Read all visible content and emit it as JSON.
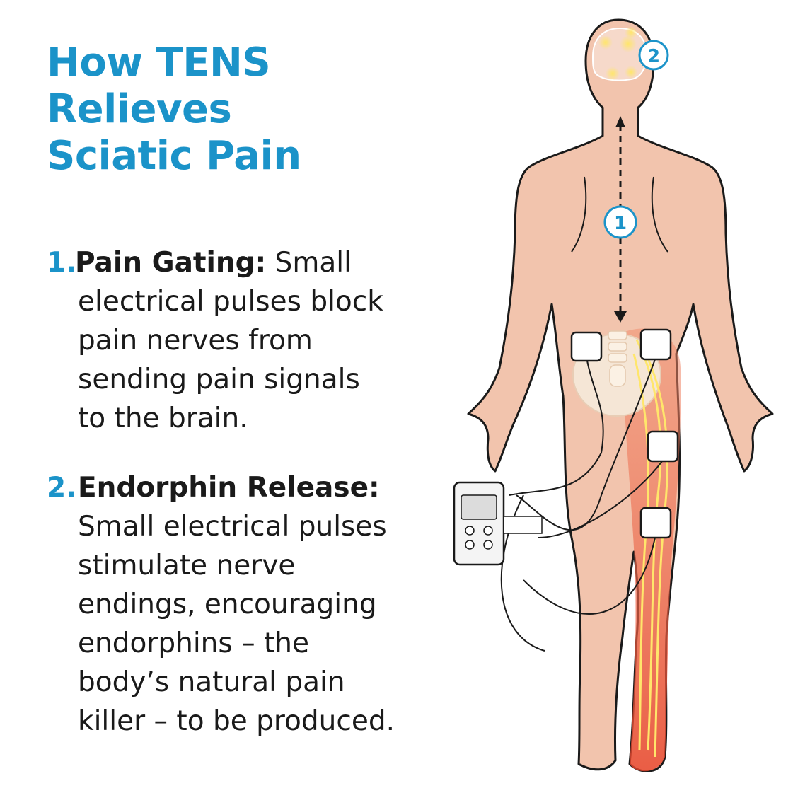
{
  "title": {
    "line1": "How TENS",
    "line2": "Relieves",
    "line3": "Sciatic Pain"
  },
  "items": [
    {
      "number": "1.",
      "heading": "Pain Gating:",
      "lines": [
        "Small",
        "electrical pulses block",
        "pain nerves from",
        "sending pain signals",
        "to the brain."
      ]
    },
    {
      "number": "2.",
      "heading": "Endorphin Release:",
      "lines": [
        "Small electrical pulses",
        "stimulate nerve",
        "endings, encouraging",
        "endorphins – the",
        "body’s natural pain",
        "killer – to be produced."
      ]
    }
  ],
  "figure": {
    "marker1": "1",
    "marker2": "2",
    "colors": {
      "accent": "#1b93c9",
      "skin": "#f2c4ad",
      "inflamed": "#e8452c",
      "nerve": "#ffe66b",
      "outline": "#1a1a1a"
    }
  }
}
